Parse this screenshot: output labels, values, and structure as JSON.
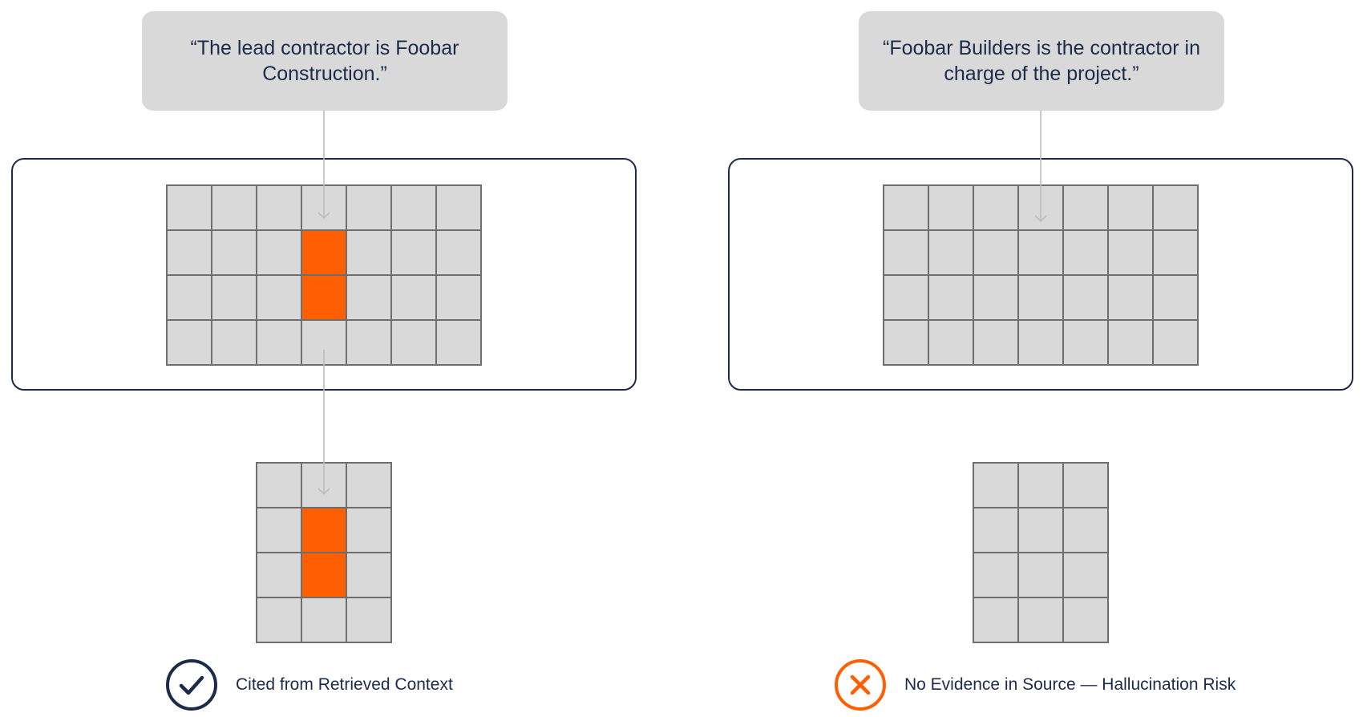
{
  "panels": {
    "left": {
      "quote": "“The lead contractor is Foobar Construction.”",
      "context_grid": {
        "rows": 4,
        "cols": 7,
        "highlight": [
          [
            1,
            3
          ],
          [
            2,
            3
          ]
        ]
      },
      "answer_grid": {
        "rows": 4,
        "cols": 3,
        "highlight": [
          [
            1,
            1
          ],
          [
            2,
            1
          ]
        ]
      },
      "status_label": "Cited from Retrieved Context",
      "status_icon": "check-circle-icon",
      "status_color": "#1c2b4a"
    },
    "right": {
      "quote": "“Foobar Builders is the contractor in charge of the project.”",
      "context_grid": {
        "rows": 4,
        "cols": 7,
        "highlight": []
      },
      "answer_grid": {
        "rows": 4,
        "cols": 3,
        "highlight": []
      },
      "status_label": "No Evidence in Source — Hallucination Risk",
      "status_icon": "x-circle-icon",
      "status_color": "#ff5f00"
    }
  },
  "colors": {
    "cell_fill": "#d9d9d9",
    "cell_stroke": "#6e6e6e",
    "highlight_fill": "#ff5f00",
    "connector": "#bdbdbd",
    "navy": "#1c2b4a",
    "accent": "#ff5f00"
  }
}
